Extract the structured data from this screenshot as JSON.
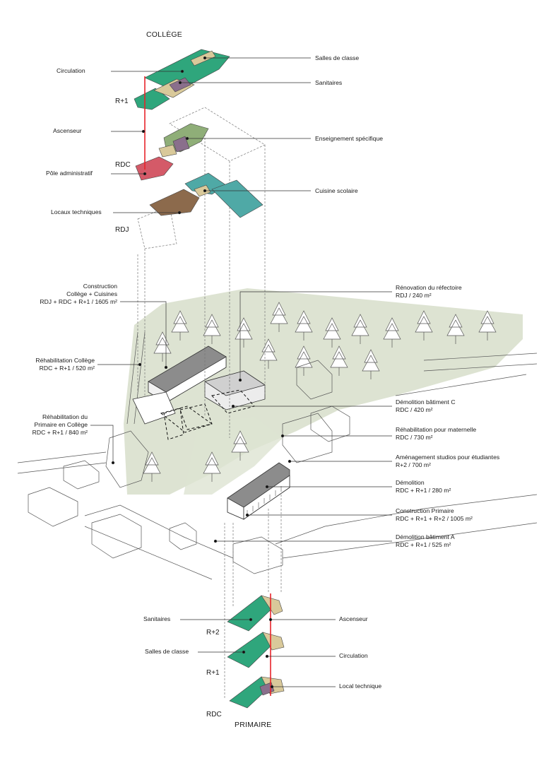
{
  "titles": {
    "college": "COLLÈGE",
    "primaire": "PRIMAIRE"
  },
  "levels": {
    "college": [
      "R+1",
      "RDC",
      "RDJ"
    ],
    "primaire": [
      "R+2",
      "R+1",
      "RDC"
    ]
  },
  "college_labels_left": [
    "Circulation",
    "Ascenseur",
    "Pôle administratif",
    "Locaux techniques"
  ],
  "college_labels_right": [
    "Salles de classe",
    "Sanitaires",
    "Enseignement spécifique",
    "Cuisine scolaire"
  ],
  "site_labels_left": [
    [
      "Construction",
      "Collège + Cuisines",
      "RDJ + RDC + R+1 / 1605 m²"
    ],
    [
      "Réhabilitation Collège",
      "RDC + R+1 / 520 m²"
    ],
    [
      "Réhabilitation du",
      "Primaire en Collège",
      "RDC + R+1 / 840 m²"
    ]
  ],
  "site_labels_right": [
    [
      "Rénovation du réfectoire",
      "RDJ / 240 m²"
    ],
    [
      "Démolition bâtiment C",
      "RDC  / 420 m²"
    ],
    [
      "Réhabilitation pour maternelle",
      "RDC / 730 m²"
    ],
    [
      "Aménagement studios pour étudiantes",
      "R+2 / 700 m²"
    ],
    [
      "Démolition",
      "RDC + R+1 / 280 m²"
    ],
    [
      "Construction Primaire",
      "RDC + R+1 + R+2 / 1005 m²"
    ],
    [
      "Démolition bâtiment A",
      "RDC + R+1 / 525 m²"
    ]
  ],
  "primaire_labels_left": [
    "Sanitaires",
    "Salles de classe"
  ],
  "primaire_labels_right": [
    "Ascenseur",
    "Circulation",
    "Local technique"
  ],
  "colors": {
    "classroom_green": "#2fa67c",
    "circulation_beige": "#d9c99a",
    "sanitary_purple": "#8a6f8c",
    "specific_teaching": "#8fae78",
    "admin_red": "#d45a68",
    "technical_brown": "#8c6a4c",
    "kitchen_teal": "#4fa9a6",
    "elevator_red": "#e8232a",
    "landscape_green": "#dde3d2"
  }
}
